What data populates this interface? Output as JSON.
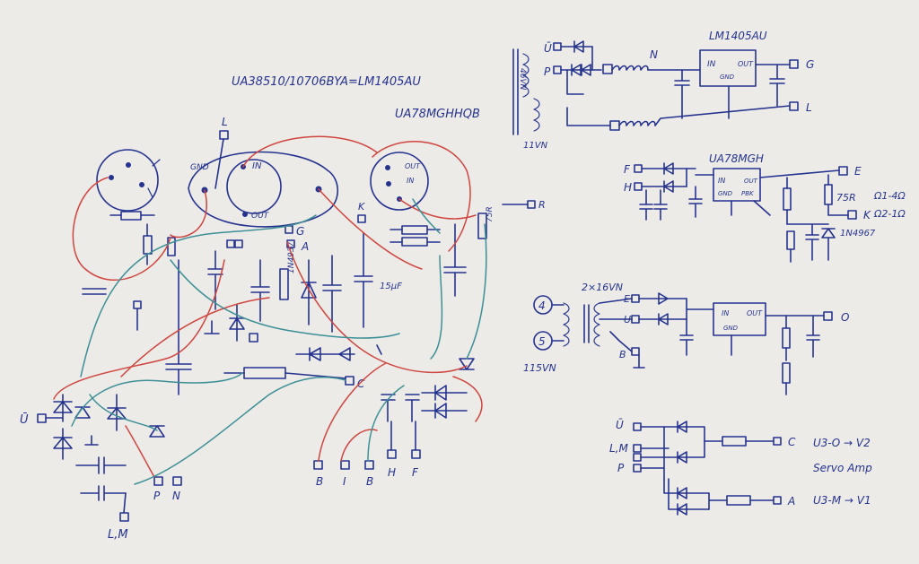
{
  "colors": {
    "paper": "#ecebe8",
    "ink": "#25338f",
    "red_wire": "#d0453f",
    "teal_wire": "#3d8f96"
  },
  "title": {
    "main": "UA38510/10706BYA=LM1405AU",
    "sub": "UA78MGHHQB"
  },
  "left_board": {
    "reg1": {
      "gnd": "GND",
      "in": "IN",
      "out": "OUT"
    },
    "reg2": {
      "out": "OUT",
      "in": "IN"
    },
    "pins": {
      "L": "L",
      "G": "G",
      "A": "A",
      "K": "K",
      "R": "R",
      "C": "C",
      "J": "Ū",
      "LM": "L,M",
      "P": "P",
      "N": "N"
    },
    "bottom_pins": [
      "B",
      "I",
      "B",
      "H",
      "F"
    ],
    "labels": {
      "zener": "1N4937",
      "cap": "15μF",
      "r75": "75R"
    }
  },
  "schematic1": {
    "title": "LM1405AU",
    "v_label": "46VN",
    "bottom_v": "11VN",
    "inputs": [
      "Ū",
      "P"
    ],
    "node": "N",
    "reg": {
      "in": "IN",
      "out": "OUT",
      "gnd": "GND"
    },
    "outputs": [
      "G",
      "L"
    ]
  },
  "schematic2": {
    "title": "UA78MGH",
    "inputs": [
      "F",
      "H"
    ],
    "reg": {
      "in": "IN",
      "out": "OUT",
      "gnd": "GND",
      "adj": "PBK"
    },
    "r_label": "75R",
    "outputs": [
      "E",
      "K"
    ],
    "notes": [
      "Ω1-4Ω",
      "Ω2-1Ω"
    ],
    "zener": "1N4967"
  },
  "schematic3": {
    "v_label": "2×16VN",
    "coil_labels": [
      "4",
      "5"
    ],
    "bottom_v": "115VN",
    "inputs": [
      "E",
      "U"
    ],
    "ground_pin": "B",
    "reg": {
      "in": "IN",
      "out": "OUT",
      "gnd": "GND"
    },
    "output": "O"
  },
  "schematic4": {
    "inputs": [
      "Ū",
      "L,M",
      "P"
    ],
    "outputs": [
      "C",
      "A"
    ],
    "notes": [
      "U3-O → V2",
      "Servo Amp",
      "U3-M → V1"
    ]
  }
}
